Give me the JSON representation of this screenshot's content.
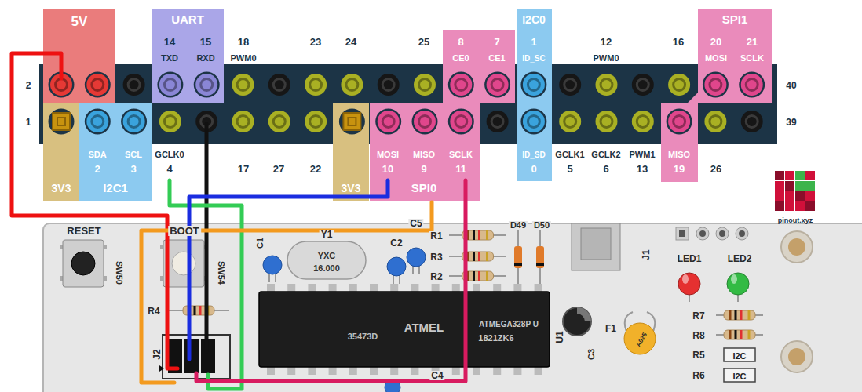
{
  "diagram": {
    "nodes": [
      {
        "text": [
          "5V"
        ]
      },
      {
        "text": [
          "UART",
          "14",
          "TXD",
          "15",
          "RXD"
        ]
      },
      {
        "text": [
          "8",
          "CE0",
          "7",
          "CE1",
          "MOSI",
          "10",
          "MISO",
          "9",
          "SCLK",
          "11",
          "SPI0"
        ]
      },
      {
        "text": [
          "I2C0",
          "1",
          "ID_SC",
          "ID_SD",
          "0"
        ]
      },
      {
        "text": [
          "SPI1",
          "20",
          "MOSI",
          "21",
          "SCLK",
          "MISO",
          "19"
        ]
      },
      {
        "text": [
          "3V3"
        ]
      },
      {
        "text": [
          "SDA",
          "2",
          "SCL",
          "3",
          "I2C1"
        ]
      },
      {
        "text": [
          "3V3"
        ]
      },
      {
        "text": [
          "YXC",
          "16.000"
        ]
      },
      {
        "text": [
          "35473D",
          "ATMEL",
          "ATMEGA328P U",
          "1821ZK6"
        ]
      },
      {
        "text": [
          "I2C"
        ]
      },
      {
        "text": [
          "I2C"
        ]
      }
    ],
    "labels": [
      "18",
      "PWM0",
      "23",
      "24",
      "25",
      "12",
      "PWM0",
      "16",
      "2",
      "40",
      "1",
      "39",
      "GCLK0",
      "4",
      "17",
      "27",
      "22",
      "GCLK1",
      "5",
      "GCLK2",
      "6",
      "PWM1",
      "13",
      "26",
      "pinout.xyz",
      "RESET",
      "SW50",
      "BOOT",
      "SW54",
      "R4",
      "J2",
      "C1",
      "Y1",
      "C2",
      "C5",
      "R1",
      "R3",
      "R2",
      "D49",
      "D50",
      "J1",
      "LED1",
      "LED2",
      "R7",
      "R8",
      "R5",
      "R6",
      "F1",
      "A025",
      "C3",
      "U1",
      "C4"
    ]
  }
}
